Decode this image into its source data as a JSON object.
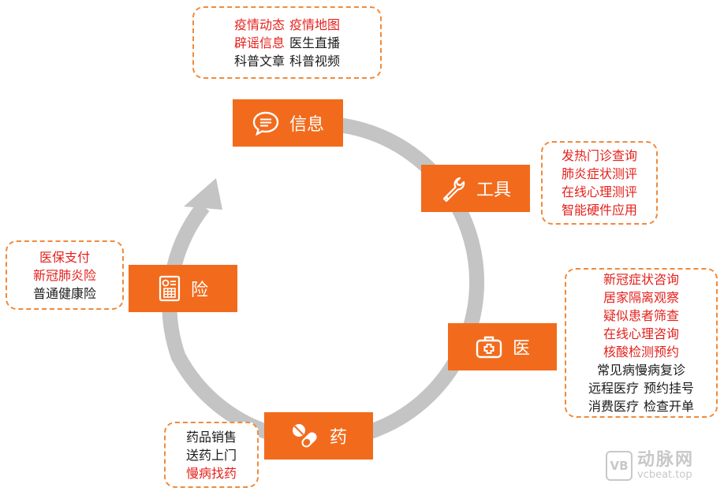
{
  "nodes": {
    "info": "信息",
    "tools": "工具",
    "medical": "医",
    "medicine": "药",
    "insurance": "险"
  },
  "bubbles": {
    "info": [
      [
        {
          "t": "疫情动态",
          "c": "red"
        },
        {
          "t": "疫情地图",
          "c": "red"
        }
      ],
      [
        {
          "t": "辟谣信息",
          "c": "red"
        },
        {
          "t": "医生直播",
          "c": "dark"
        }
      ],
      [
        {
          "t": "科普文章",
          "c": "dark"
        },
        {
          "t": "科普视频",
          "c": "dark"
        }
      ]
    ],
    "tools": [
      [
        {
          "t": "发热门诊查询",
          "c": "red"
        }
      ],
      [
        {
          "t": "肺炎症状测评",
          "c": "red"
        }
      ],
      [
        {
          "t": "在线心理测评",
          "c": "red"
        }
      ],
      [
        {
          "t": "智能硬件应用",
          "c": "red"
        }
      ]
    ],
    "medical": [
      [
        {
          "t": "新冠症状咨询",
          "c": "red"
        }
      ],
      [
        {
          "t": "居家隔离观察",
          "c": "red"
        }
      ],
      [
        {
          "t": "疑似患者筛查",
          "c": "red"
        }
      ],
      [
        {
          "t": "在线心理咨询",
          "c": "red"
        }
      ],
      [
        {
          "t": "核酸检测预约",
          "c": "red"
        }
      ],
      [
        {
          "t": "常见病慢病复诊",
          "c": "dark"
        }
      ],
      [
        {
          "t": "远程医疗",
          "c": "dark"
        },
        {
          "t": "预约挂号",
          "c": "dark"
        }
      ],
      [
        {
          "t": "消费医疗",
          "c": "dark"
        },
        {
          "t": "检查开单",
          "c": "dark"
        }
      ]
    ],
    "medicine": [
      [
        {
          "t": "药品销售",
          "c": "dark"
        }
      ],
      [
        {
          "t": "送药上门",
          "c": "dark"
        }
      ],
      [
        {
          "t": "慢病找药",
          "c": "red"
        }
      ]
    ],
    "insurance": [
      [
        {
          "t": "医保支付",
          "c": "red"
        }
      ],
      [
        {
          "t": "新冠肺炎险",
          "c": "red"
        }
      ],
      [
        {
          "t": "普通健康险",
          "c": "dark"
        }
      ]
    ]
  },
  "watermark": {
    "logo": "VB",
    "cn": "动脉网",
    "en": "vcbeat.top"
  },
  "colors": {
    "accent": "#f26b1d",
    "ring": "#c4c4c4",
    "highlight_text": "#e4211c",
    "bubble_border": "#f08a3c"
  }
}
